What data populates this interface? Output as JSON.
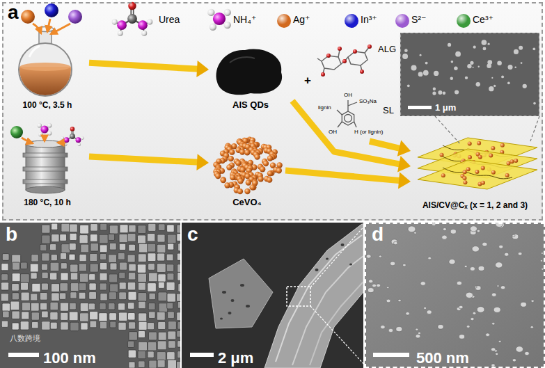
{
  "diagram": {
    "nodes": [
      {
        "text": [
          "a"
        ]
      },
      {
        "text": [
          "100 °C, 3.5 h"
        ],
        "in": 0
      },
      {
        "text": [
          "AIS QDs"
        ],
        "in": 0
      },
      {
        "text": [
          "180 °C, 10 h"
        ],
        "in": 0
      },
      {
        "text": [
          "CeVO₄"
        ],
        "in": 0
      },
      {
        "text": [
          "ALG"
        ],
        "in": 0
      },
      {
        "text": [
          "SL"
        ],
        "in": 0
      },
      {
        "text": [
          "1 μm"
        ],
        "in": 0
      },
      {
        "text": [
          "AIS/CV@Cₓ (x = 1, 2 and 3)"
        ],
        "in": 0
      },
      {
        "text": [
          "b",
          "100 nm"
        ]
      },
      {
        "text": [
          "c",
          "2 μm"
        ]
      },
      {
        "text": [
          "d",
          "500 nm"
        ]
      }
    ],
    "edges": [
      {
        "from": 1,
        "to": 2,
        "arrow": "to"
      },
      {
        "from": 3,
        "to": 4,
        "arrow": "to"
      },
      {
        "from": 2,
        "to": 8,
        "arrow": "to"
      },
      {
        "from": 4,
        "to": 8,
        "arrow": "to"
      },
      {
        "from": 6,
        "to": 8,
        "arrow": "to"
      },
      {
        "from": 7,
        "to": 8,
        "arrow": "none"
      }
    ],
    "labels": [
      "+",
      "lignin",
      "OH",
      "SO₃Na",
      "H (or lignin)",
      "OH",
      "八数跨境"
    ],
    "legend": [
      {
        "text": "Urea"
      },
      {
        "text": "NH₄⁺"
      },
      {
        "text": "Ag⁺",
        "color": "#d2691e"
      },
      {
        "text": "In³⁺",
        "color": "#1a1acc"
      },
      {
        "text": "S²⁻",
        "color": "#9b59d0"
      },
      {
        "text": "Ce³⁺",
        "color": "#3c9a3c"
      }
    ]
  }
}
